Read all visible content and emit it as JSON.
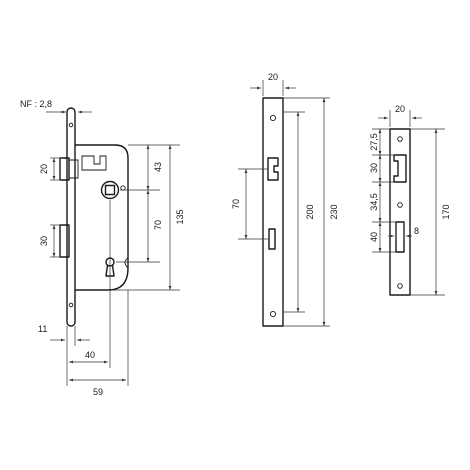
{
  "drawing": {
    "lock_body": {
      "nf_label": "NF : 2,8",
      "dims": {
        "latch_height": "20",
        "bolt_height": "30",
        "backset_upper": "43",
        "handle_to_key": "70",
        "body_height": "135",
        "nose_width": "11",
        "backset": "40",
        "body_depth": "59"
      }
    },
    "faceplate": {
      "dims": {
        "width": "20",
        "hole_spacing": "70",
        "inner_height": "200",
        "height": "230"
      }
    },
    "strike_plate": {
      "dims": {
        "width": "20",
        "top_offset": "27,5",
        "latch_opening": "30",
        "gap": "34,5",
        "bolt_opening": "40",
        "bolt_width": "8",
        "height": "170"
      }
    }
  }
}
